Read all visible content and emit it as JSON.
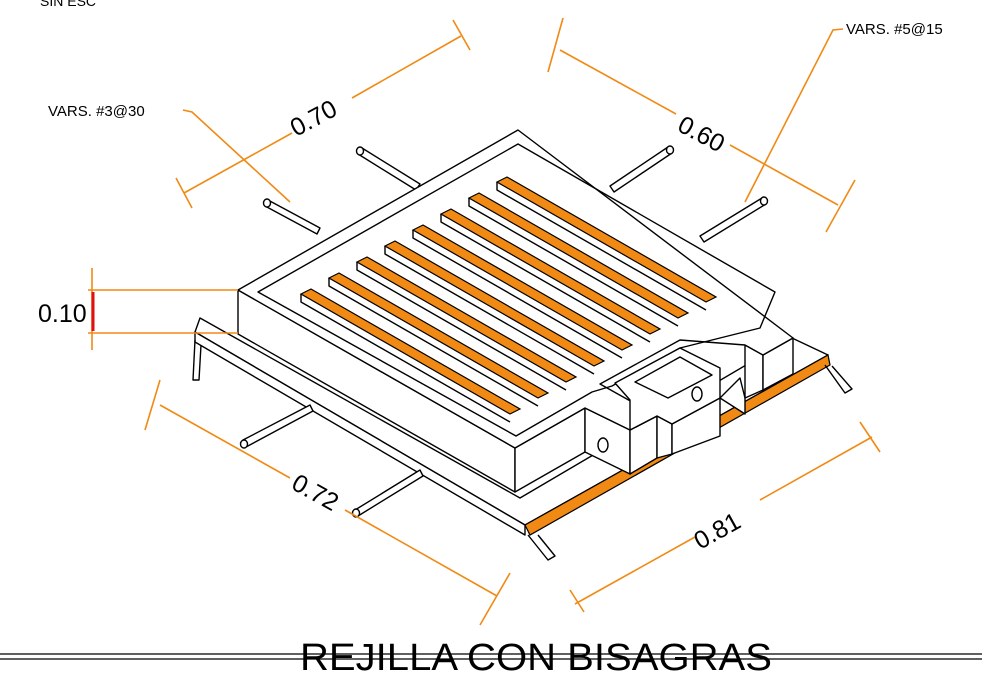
{
  "drawing": {
    "title": "REJILLA CON BISAGRAS",
    "top_cut_label": "SIN ESC",
    "dimensions": {
      "top_left": "0.70",
      "top_right": "0.60",
      "height": "0.10",
      "bottom_left": "0.72",
      "bottom_right": "0.81"
    },
    "rebar_labels": {
      "left": "VARS. #3@30",
      "right": "VARS. #5@15"
    },
    "colors": {
      "dimension_line": "#f08a14",
      "slot_fill": "#f08a14",
      "edge_strip": "#f08a14",
      "height_marker": "#e01010",
      "outline": "#000000"
    }
  }
}
